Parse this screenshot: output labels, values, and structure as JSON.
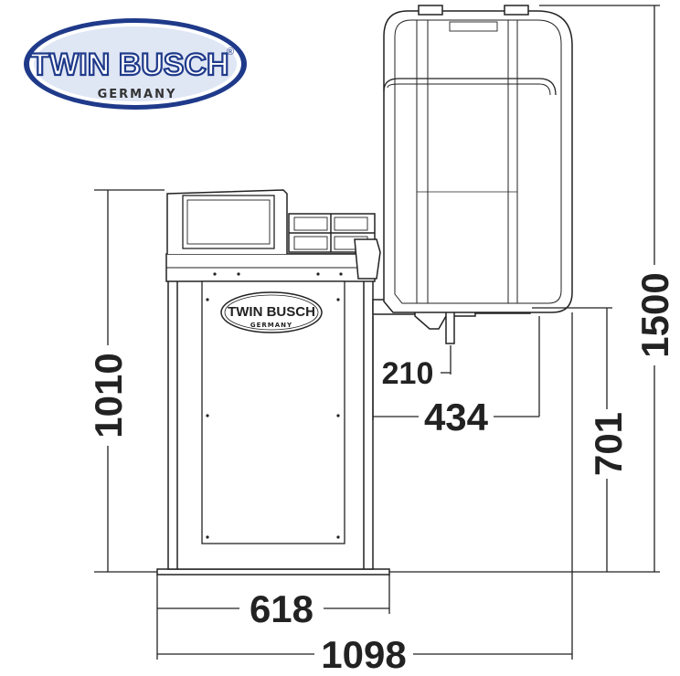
{
  "logo": {
    "brand": "TWIN BUSCH",
    "registered": "®",
    "country": "GERMANY"
  },
  "panel_logo": {
    "brand": "TWIN BUSCH",
    "country": "GERMANY"
  },
  "dimensions": {
    "total_height": "1500",
    "body_height": "1010",
    "shaft_height": "701",
    "base_width": "618",
    "total_width": "1098",
    "shaft_offset": "210",
    "wheel_offset": "434"
  },
  "colors": {
    "line": "#222222",
    "background": "#ffffff",
    "logo_blue": "#1f3a8a",
    "logo_fill": "#dfe6f4"
  }
}
